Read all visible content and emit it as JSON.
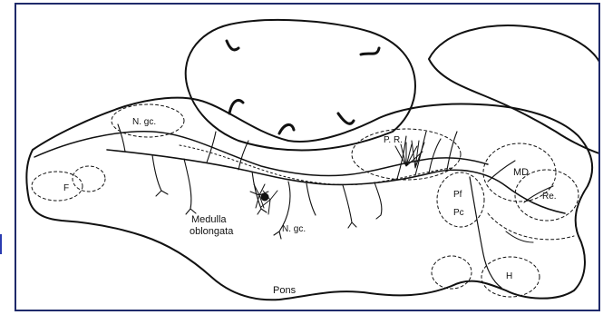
{
  "figure": {
    "frame_color": "#1f2a6a",
    "accent_mark_color": "#2a3bb0",
    "line_color": "#111111"
  },
  "labels": {
    "n_gc_top": "N. gc.",
    "f": "F",
    "medulla": "Medulla",
    "oblongata": "oblongata",
    "n_gc_lower": "N. gc.",
    "pons": "Pons",
    "md": "MD",
    "re": "Re.",
    "pf": "Pf",
    "pc": "Pc",
    "h": "H",
    "p_r": "P. R."
  }
}
